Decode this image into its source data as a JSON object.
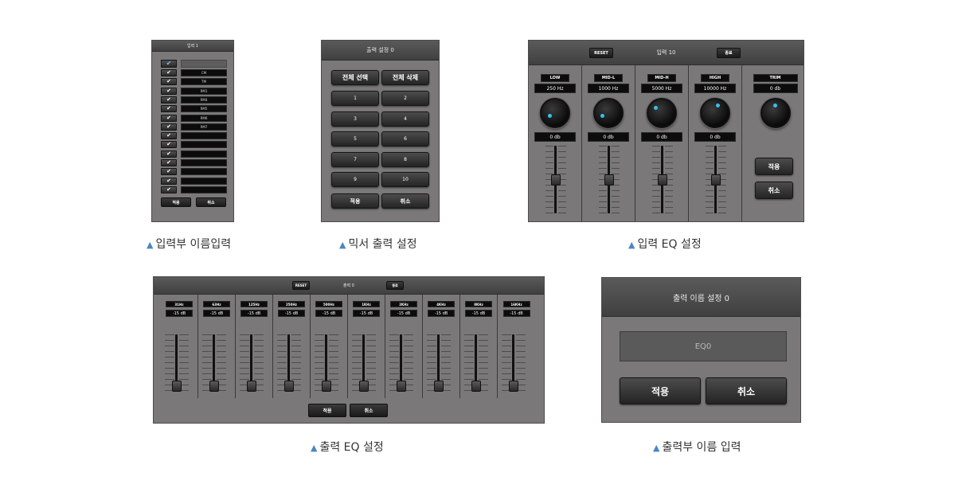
{
  "input_name_panel": {
    "title": "입력 1",
    "channels": [
      "CM",
      "TM",
      "RM1",
      "RM4",
      "RM5",
      "RM6",
      "RM7",
      "",
      "",
      "",
      "",
      "",
      "",
      ""
    ],
    "apply_label": "적용",
    "cancel_label": "취소",
    "caption": "입력부 이름입력"
  },
  "mixer_output_panel": {
    "title": "출력 설정 0",
    "select_all_label": "전체 선택",
    "delete_all_label": "전체 삭제",
    "numbers": [
      "1",
      "2",
      "3",
      "4",
      "5",
      "6",
      "7",
      "8",
      "9",
      "10"
    ],
    "apply_label": "적용",
    "cancel_label": "취소",
    "caption": "믹서 출력 설정"
  },
  "input_eq_panel": {
    "title": "입력 10",
    "reset_label": "RESET",
    "close_label": "종료",
    "bands": [
      {
        "name": "LOW",
        "freq": "250 Hz",
        "gain": "0 db",
        "level": 0.5
      },
      {
        "name": "MID-L",
        "freq": "1000 Hz",
        "gain": "0 db",
        "level": 0.5
      },
      {
        "name": "MID-H",
        "freq": "5000 Hz",
        "gain": "0 db",
        "level": 0.5
      },
      {
        "name": "HIGH",
        "freq": "10000 Hz",
        "gain": "0 db",
        "level": 0.5
      }
    ],
    "trim": {
      "name": "TRIM",
      "value": "0 db"
    },
    "apply_label": "적용",
    "cancel_label": "취소",
    "caption": "입력 EQ 설정"
  },
  "output_eq_panel": {
    "title": "출력 0",
    "reset_label": "RESET",
    "close_label": "종료",
    "bands": [
      {
        "name": "31Hz",
        "gain": "-15 dB"
      },
      {
        "name": "63Hz",
        "gain": "-15 dB"
      },
      {
        "name": "125Hz",
        "gain": "-15 dB"
      },
      {
        "name": "250Hz",
        "gain": "-15 dB"
      },
      {
        "name": "500Hz",
        "gain": "-15 dB"
      },
      {
        "name": "1KHz",
        "gain": "-15 dB"
      },
      {
        "name": "2KHz",
        "gain": "-15 dB"
      },
      {
        "name": "4KHz",
        "gain": "-15 dB"
      },
      {
        "name": "8KHz",
        "gain": "-15 dB"
      },
      {
        "name": "16KHz",
        "gain": "-15 dB"
      }
    ],
    "apply_label": "적용",
    "cancel_label": "취소",
    "caption": "출력 EQ 설정"
  },
  "output_name_panel": {
    "title": "출력 이름 설정 0",
    "name_value": "EQ0",
    "apply_label": "적용",
    "cancel_label": "취소",
    "caption": "출력부 이름 입력"
  },
  "caption_marker": "▲",
  "colors": {
    "panel": "#7a7878",
    "titlebar": "#4a4a4a",
    "knob_dot": "#35c0f0",
    "marker": "#4a86c5"
  }
}
